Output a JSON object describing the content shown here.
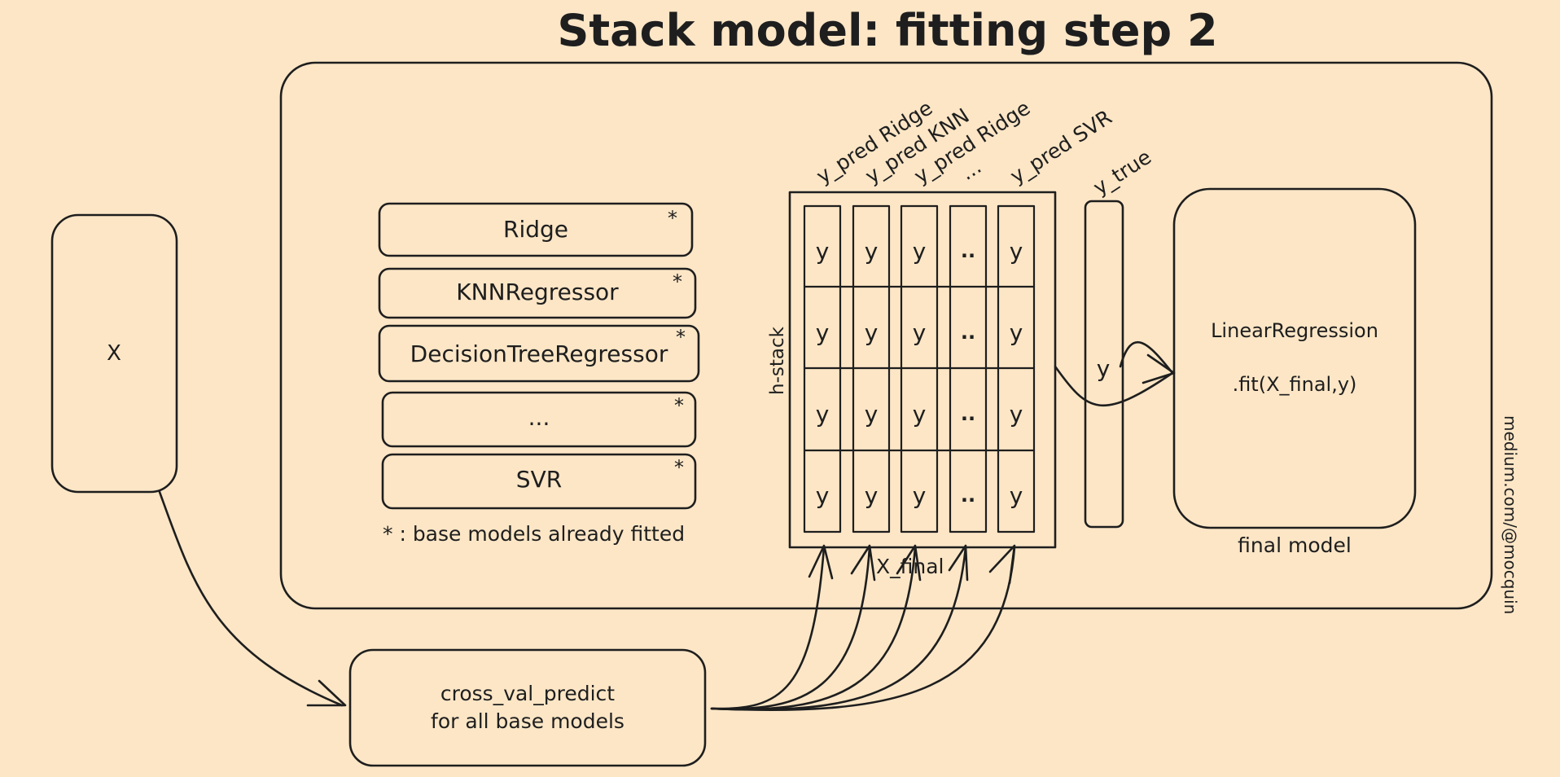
{
  "title": "Stack model: fitting step 2",
  "input_box": {
    "label": "X"
  },
  "base_models": {
    "items": [
      "Ridge",
      "KNNRegressor",
      "DecisionTreeRegressor",
      "...",
      "SVR"
    ],
    "marker": "*",
    "footnote": "* : base models already fitted"
  },
  "matrix": {
    "side_label": "h-stack",
    "bottom_label": "X_final",
    "column_headers": [
      "y_pred Ridge",
      "y_pred KNN",
      "y_pred Ridge",
      "...",
      "y_pred SVR"
    ],
    "columns": [
      [
        "y",
        "y",
        "y",
        "y"
      ],
      [
        "y",
        "y",
        "y",
        "y"
      ],
      [
        "y",
        "y",
        "y",
        "y"
      ],
      [
        "..",
        "..",
        "..",
        ".."
      ],
      [
        "y",
        "y",
        "y",
        "y"
      ]
    ]
  },
  "y_true": {
    "header": "y_true",
    "label": "y"
  },
  "final_model": {
    "line1": "LinearRegression",
    "line2": ".fit(X_final,y)",
    "caption": "final model"
  },
  "cross_val": {
    "line1": "cross_val_predict",
    "line2": "for all base models"
  },
  "watermark": "medium.com/@mocquin"
}
